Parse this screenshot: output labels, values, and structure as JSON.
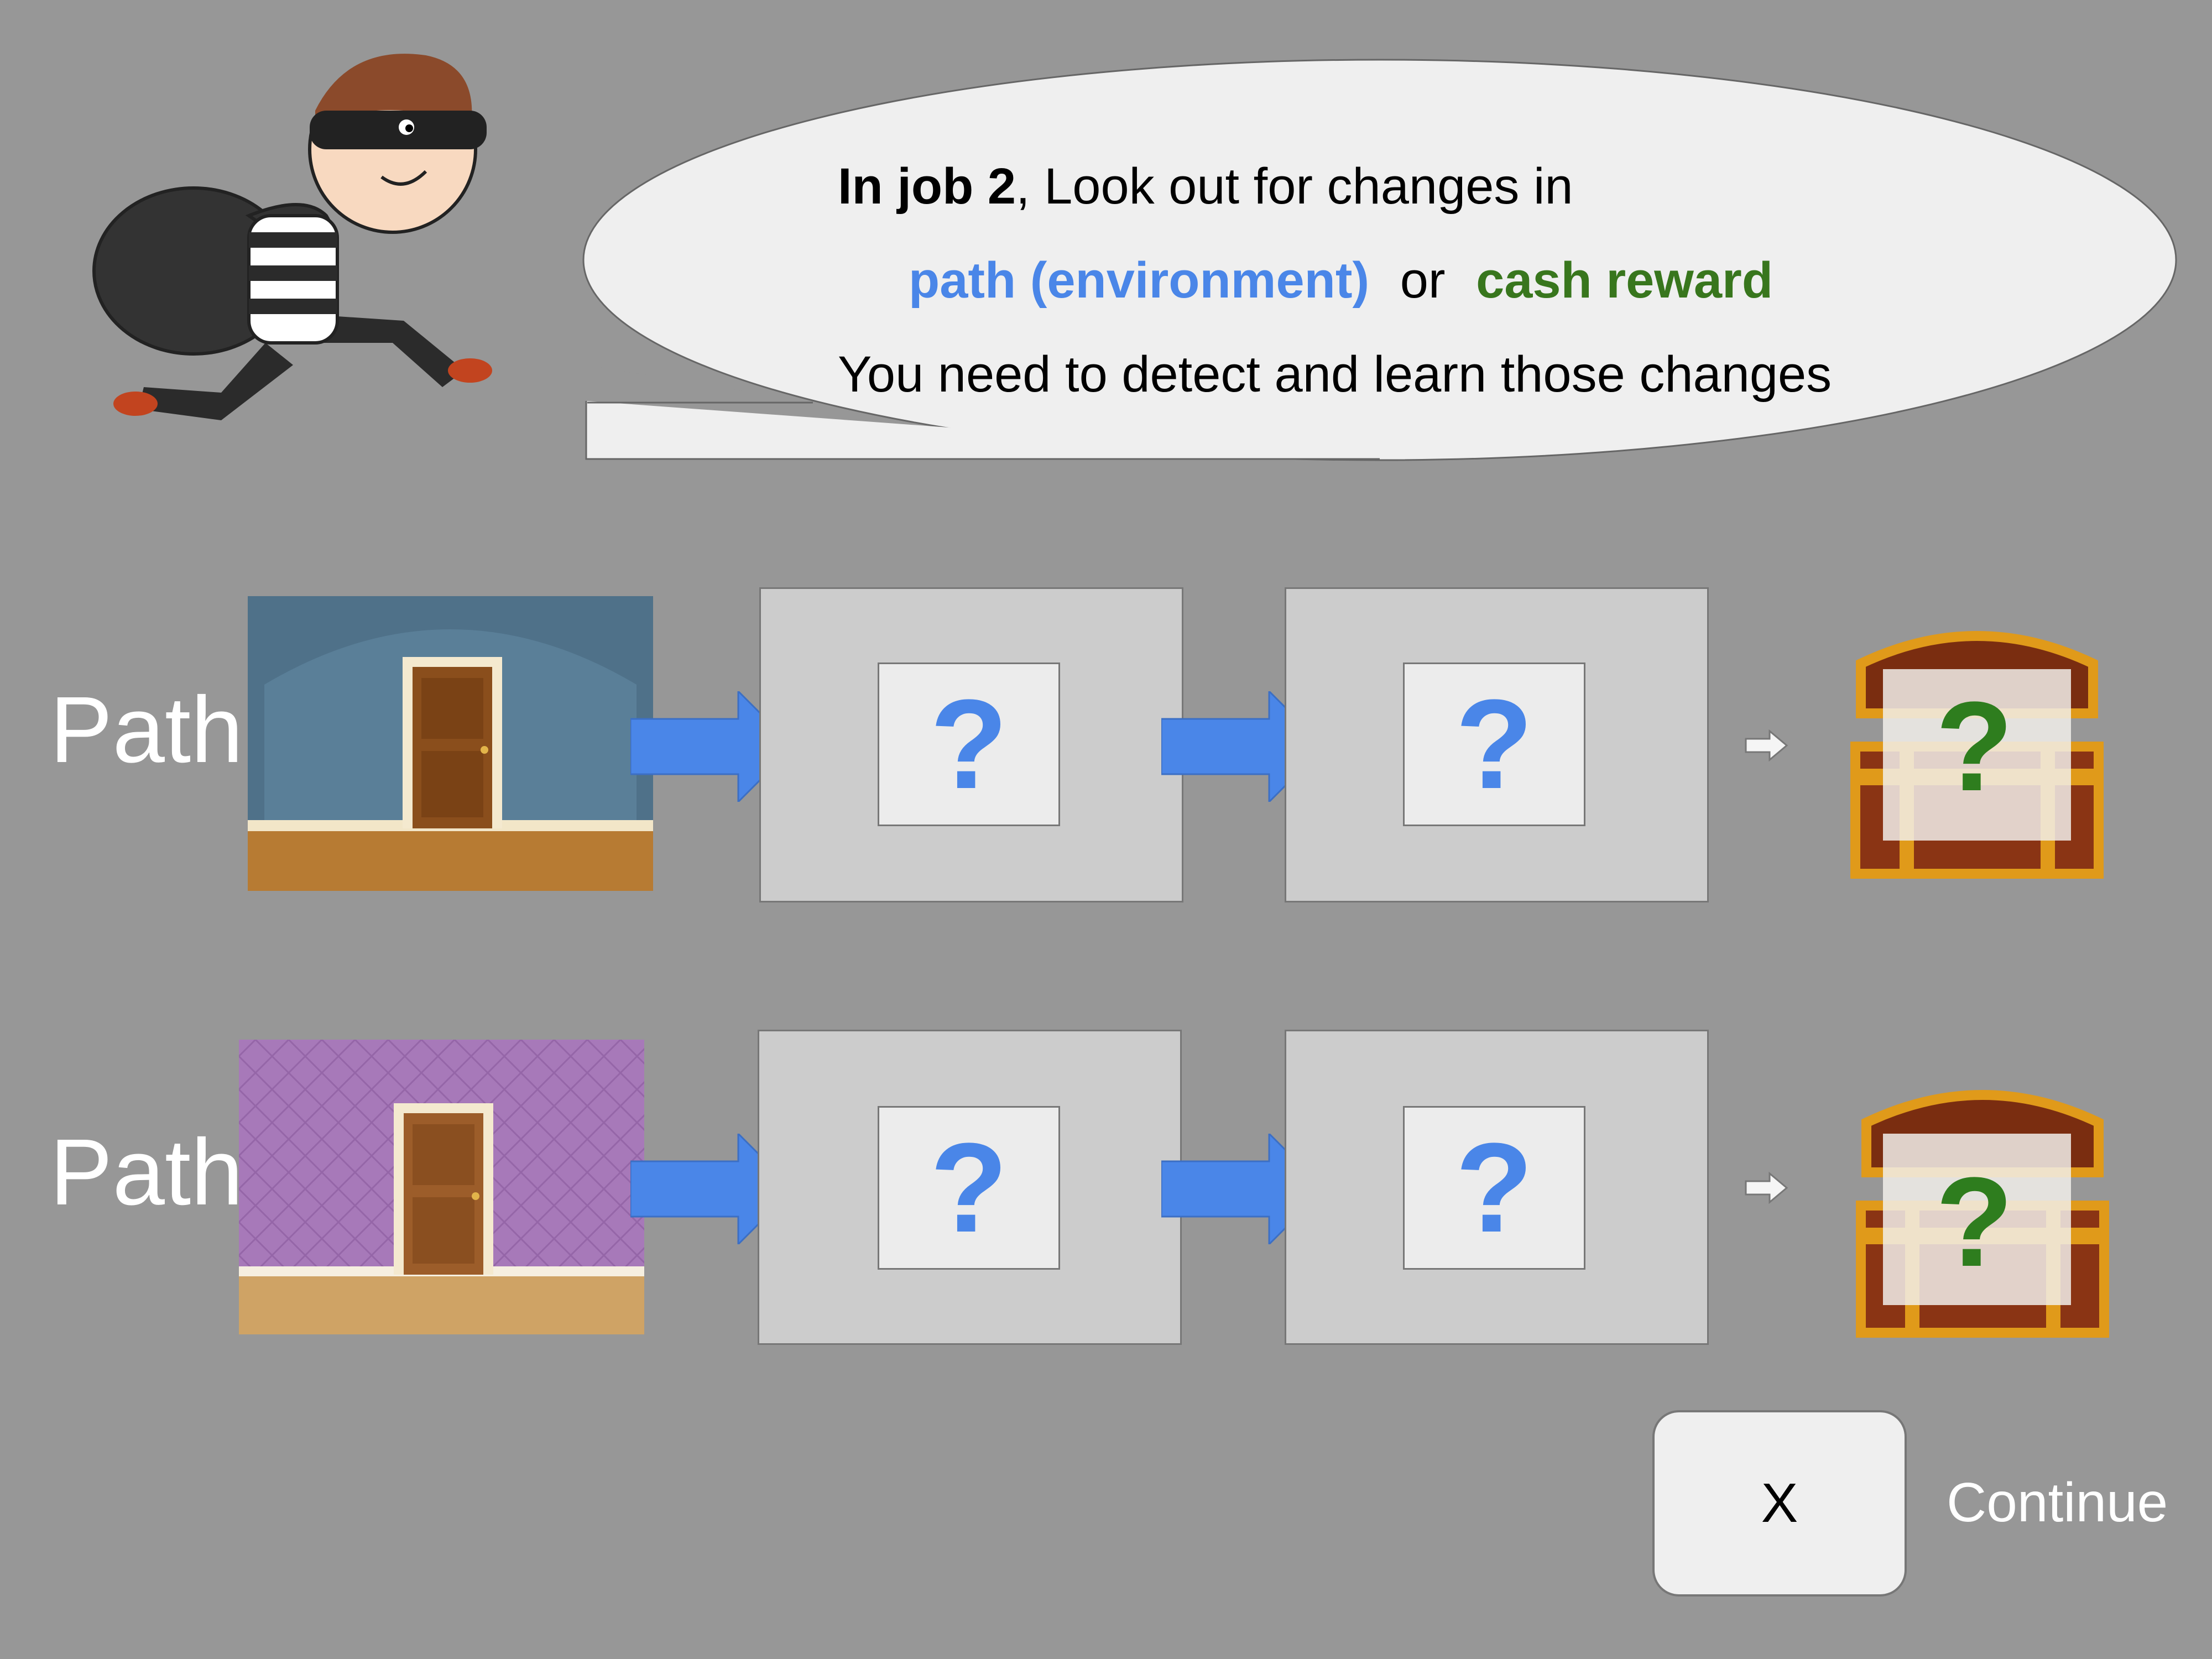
{
  "bubble": {
    "line1_bold": "In job 2",
    "line1_rest": ", Look out for changes in",
    "path_term": "path (environment)",
    "or_word": "or",
    "cash_term": "cash reward",
    "line3": "You need to detect and learn those changes"
  },
  "rows": [
    {
      "label": "Path",
      "room": "blue",
      "step1": "?",
      "step2": "?",
      "reward": "?"
    },
    {
      "label": "Path",
      "room": "purple",
      "step1": "?",
      "step2": "?",
      "reward": "?"
    }
  ],
  "buttons": {
    "close_label": "X",
    "continue_label": "Continue"
  },
  "colors": {
    "background": "#979797",
    "path_blue": "#4a86e8",
    "cash_green": "#38761d"
  },
  "icons": [
    "thief-character",
    "door-icon",
    "arrow-right-icon",
    "treasure-chest-icon"
  ]
}
